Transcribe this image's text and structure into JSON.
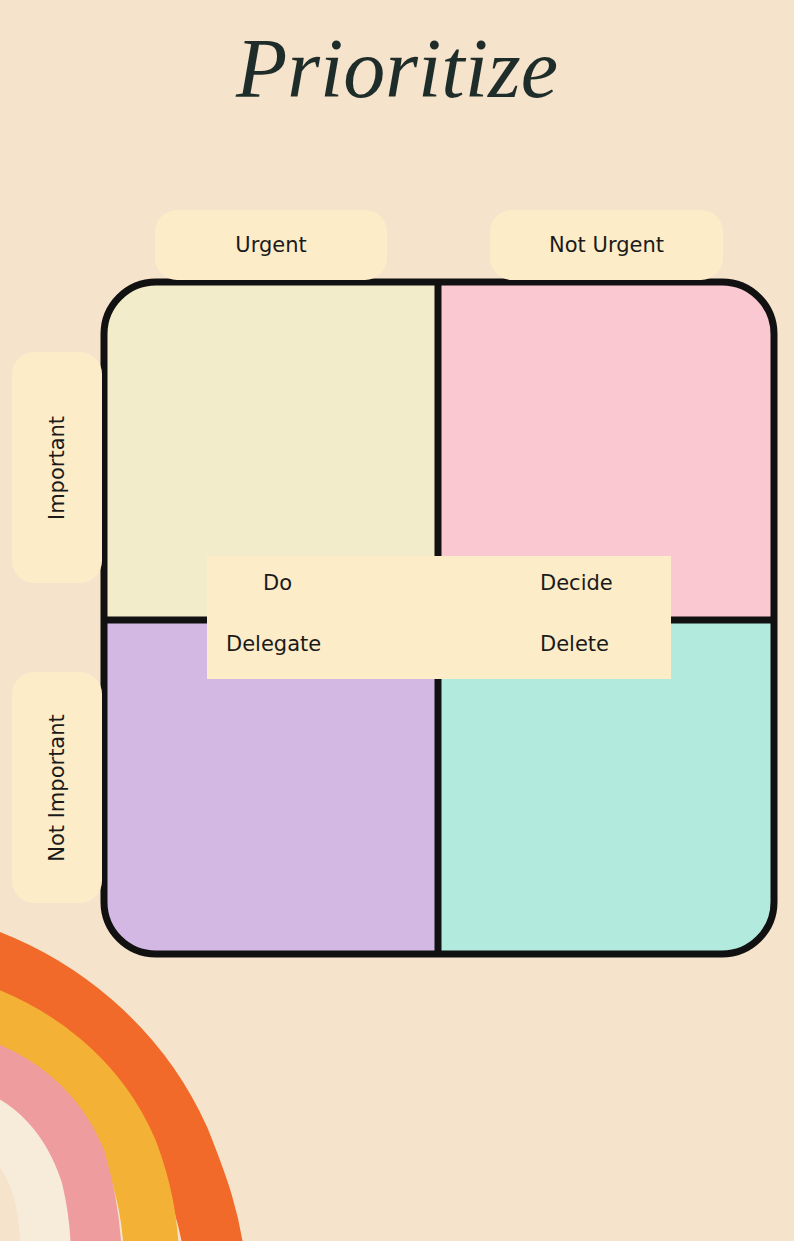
{
  "diagram": {
    "title": "Prioritize",
    "nodes": [
      {
        "text": [
          "Urgent"
        ]
      },
      {
        "text": [
          "Not Urgent"
        ]
      },
      {
        "text": [
          "Important"
        ]
      },
      {
        "text": [
          "Not Important"
        ]
      },
      {
        "text": [
          "Do",
          "Decide",
          "Delegate",
          "Delete"
        ]
      }
    ]
  }
}
